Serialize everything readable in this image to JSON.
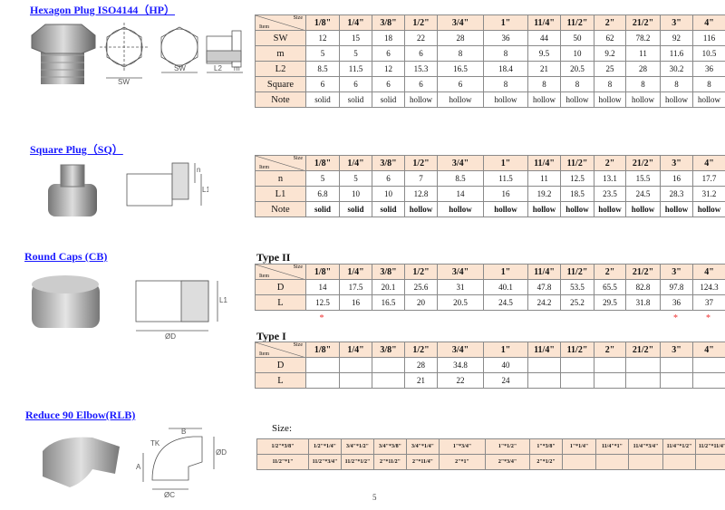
{
  "sections": {
    "hexagon": {
      "title": "Hexagon Plug ISO4144（HP）",
      "drawing_labels": [
        "SW",
        "SW",
        "L2",
        "m"
      ]
    },
    "square": {
      "title": "Square Plug（SQ）",
      "drawing_labels": [
        "n",
        "L1"
      ]
    },
    "round": {
      "title": " Round Caps (CB)",
      "drawing_labels": [
        "L1",
        "ØD"
      ],
      "type2_label": "Type II",
      "type1_label": "Type I"
    },
    "elbow": {
      "title": "Reduce 90 Elbow(RLB)",
      "drawing_labels": [
        "B",
        "TK",
        "ØD",
        "A",
        "ØC"
      ],
      "size_label": "Size:"
    }
  },
  "corner": {
    "size": "Size",
    "item": "Item"
  },
  "sizes_header": [
    "1/8\"",
    "1/4\"",
    "3/8\"",
    "1/2\"",
    "3/4\"",
    "1\"",
    "11/4\"",
    "11/2\"",
    "2\"",
    "21/2\"",
    "3\"",
    "4\""
  ],
  "tables": {
    "hexagon": [
      {
        "item": "SW",
        "values": [
          "12",
          "15",
          "18",
          "22",
          "28",
          "36",
          "44",
          "50",
          "62",
          "78.2",
          "92",
          "116"
        ]
      },
      {
        "item": "m",
        "values": [
          "5",
          "5",
          "6",
          "6",
          "8",
          "8",
          "9.5",
          "10",
          "9.2",
          "11",
          "11.6",
          "10.5"
        ]
      },
      {
        "item": "L2",
        "values": [
          "8.5",
          "11.5",
          "12",
          "15.3",
          "16.5",
          "18.4",
          "21",
          "20.5",
          "25",
          "28",
          "30.2",
          "36"
        ]
      },
      {
        "item": "Square",
        "values": [
          "6",
          "6",
          "6",
          "6",
          "6",
          "8",
          "8",
          "8",
          "8",
          "8",
          "8",
          "8"
        ]
      },
      {
        "item": "Note",
        "values": [
          "solid",
          "solid",
          "solid",
          "hollow",
          "hollow",
          "hollow",
          "hollow",
          "hollow",
          "hollow",
          "hollow",
          "hollow",
          "hollow"
        ]
      }
    ],
    "square": [
      {
        "item": "n",
        "values": [
          "5",
          "5",
          "6",
          "7",
          "8.5",
          "11.5",
          "11",
          "12.5",
          "13.1",
          "15.5",
          "16",
          "17.7"
        ]
      },
      {
        "item": "L1",
        "values": [
          "6.8",
          "10",
          "10",
          "12.8",
          "14",
          "16",
          "19.2",
          "18.5",
          "23.5",
          "24.5",
          "28.3",
          "31.2"
        ]
      },
      {
        "item": "Note",
        "values": [
          "solid",
          "solid",
          "solid",
          "hollow",
          "hollow",
          "hollow",
          "hollow",
          "hollow",
          "hollow",
          "hollow",
          "hollow",
          "hollow"
        ],
        "bold": true
      }
    ],
    "round_type2": [
      {
        "item": "D",
        "values": [
          "14",
          "17.5",
          "20.1",
          "25.6",
          "31",
          "40.1",
          "47.8",
          "53.5",
          "65.5",
          "82.8",
          "97.8",
          "124.3"
        ]
      },
      {
        "item": "L",
        "values": [
          "12.5",
          "16",
          "16.5",
          "20",
          "20.5",
          "24.5",
          "24.2",
          "25.2",
          "29.5",
          "31.8",
          "36",
          "37"
        ]
      }
    ],
    "round_type2_marks": [
      "*",
      "",
      "",
      "",
      "",
      "",
      "",
      "",
      "",
      "",
      "*",
      "*"
    ],
    "round_type1": [
      {
        "item": "D",
        "values": [
          "",
          "",
          "",
          "28",
          "34.8",
          "40",
          "",
          "",
          "",
          "",
          "",
          ""
        ]
      },
      {
        "item": "L",
        "values": [
          "",
          "",
          "",
          "21",
          "22",
          "24",
          "",
          "",
          "",
          "",
          "",
          ""
        ]
      }
    ]
  },
  "elbow_sizes": [
    [
      "1/2\"*3/8\"",
      "1/2\"*1/4\"",
      "3/4\"*1/2\"",
      "3/4\"*3/8\"",
      "3/4\"*1/4\"",
      "1\"*3/4\"",
      "1\"*1/2\"",
      "1\"*3/8\"",
      "1\"*1/4\"",
      "11/4\"*1\"",
      "11/4\"*3/4\"",
      "11/4\"*1/2\"",
      "11/2\"*11/4\""
    ],
    [
      "11/2\"*1\"",
      "11/2\"*3/4\"",
      "11/2\"*1/2\"",
      "2\"*11/2\"",
      "2\"*11/4\"",
      "2\"*1\"",
      "2\"*3/4\"",
      "2\"*1/2\"",
      "",
      "",
      "",
      "",
      ""
    ]
  ],
  "page_number": "5"
}
